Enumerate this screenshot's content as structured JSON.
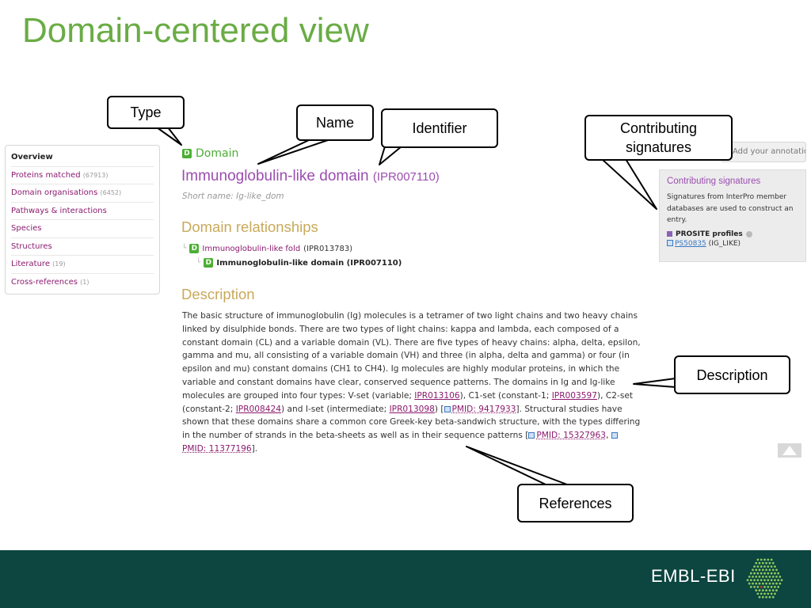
{
  "slide": {
    "title": "Domain-centered view"
  },
  "sidebar": {
    "items": [
      {
        "label": "Overview",
        "count": ""
      },
      {
        "label": "Proteins matched",
        "count": "(67913)"
      },
      {
        "label": "Domain organisations",
        "count": "(6452)"
      },
      {
        "label": "Pathways & interactions",
        "count": ""
      },
      {
        "label": "Species",
        "count": ""
      },
      {
        "label": "Structures",
        "count": ""
      },
      {
        "label": "Literature",
        "count": "(19)"
      },
      {
        "label": "Cross-references",
        "count": "(1)"
      }
    ]
  },
  "entry": {
    "type_badge": "D",
    "type": "Domain",
    "name": "Immunoglobulin-like domain",
    "identifier": "(IPR007110)",
    "short_name": "Short name: Ig-like_dom"
  },
  "relationships": {
    "heading": "Domain relationships",
    "parent": {
      "name": "Immunoglobulin-like fold",
      "id": "(IPR013783)"
    },
    "child": {
      "name": "Immunoglobulin-like domain (IPR007110)"
    }
  },
  "description": {
    "heading": "Description",
    "t1": "The basic structure of immunoglobulin (Ig) molecules is a tetramer of two light chains and two heavy chains linked by disulphide bonds. There are two types of light chains: kappa and lambda, each composed of a constant domain (CL) and a variable domain (VL). There are five types of heavy chains: alpha, delta, epsilon, gamma and mu, all consisting of a variable domain (VH) and three (in alpha, delta and gamma) or four (in epsilon and mu) constant domains (CH1 to CH4). Ig molecules are highly modular proteins, in which the variable and constant domains have clear, conserved sequence patterns. The domains in Ig and Ig-like molecules are grouped into four types: V-set (variable; ",
    "r1": "IPR013106",
    "t2": "), C1-set (constant-1; ",
    "r2": "IPR003597",
    "t3": "), C2-set (constant-2; ",
    "r3": "IPR008424",
    "t4": ") and I-set (intermediate; ",
    "r4": "IPR013098",
    "t5": ") [",
    "p1": "PMID: 9417933",
    "t6": "]. Structural studies have shown that these domains share a common core Greek-key beta-sandwich structure, with the types differing in the number of strands in the beta-sheets as well as in their sequence patterns [",
    "p2": "PMID: 15327963",
    "t7": ", ",
    "p3": "PMID: 11377196",
    "t8": "]."
  },
  "right_panel": {
    "add_annotation": "Add your annotation",
    "contrib_title": "Contributing signatures",
    "contrib_text": "Signatures from InterPro member databases are used to construct an entry.",
    "db_name": "PROSITE profiles",
    "sig_id": "PS50835",
    "sig_name": "(IG_LIKE)"
  },
  "callouts": {
    "type": "Type",
    "name": "Name",
    "identifier": "Identifier",
    "contributing_line1": "Contributing",
    "contributing_line2": "signatures",
    "description": "Description",
    "references": "References"
  },
  "footer": {
    "brand": "EMBL-EBI"
  },
  "colors": {
    "title_green": "#6aac45",
    "domain_green": "#4cae34",
    "entry_purple": "#9b4db0",
    "heading_gold": "#c9a95a",
    "link_purple": "#8b1a6e",
    "footer_teal": "#0d4540"
  }
}
